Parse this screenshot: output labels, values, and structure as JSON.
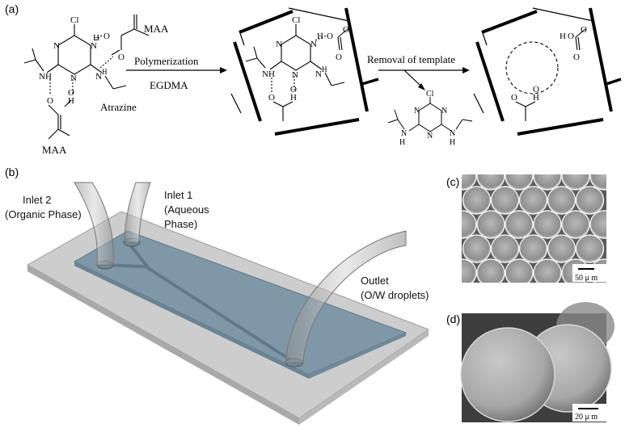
{
  "panel_a": {
    "label": "(a)",
    "mol_labels": {
      "cl": "Cl",
      "n": "N",
      "nh": "NH",
      "h": "H",
      "o": "O",
      "ho": "HO",
      "maa": "MAA",
      "atrazine": "Atrazine"
    },
    "polymerization": "Polymerization",
    "egdma": "EGDMA",
    "removal": "Removal of template"
  },
  "panel_b": {
    "label": "(b)",
    "inlet2_line1": "Inlet 2",
    "inlet2_line2": "(Organic Phase)",
    "inlet1_line1": "Inlet 1",
    "inlet1_line2": "(Aqueous",
    "inlet1_line3": "Phase)",
    "outlet_line1": "Outlet",
    "outlet_line2": "(O/W droplets)"
  },
  "panel_c": {
    "label": "(c)",
    "scale": "50 μ m"
  },
  "panel_d": {
    "label": "(d)",
    "scale": "20 μ m"
  },
  "colors": {
    "chip_glass": "#c9c9c9",
    "chip_liquid": "#7f98a8",
    "tube": "#a9a9a9",
    "sem_dark": "#3a3a3a"
  }
}
